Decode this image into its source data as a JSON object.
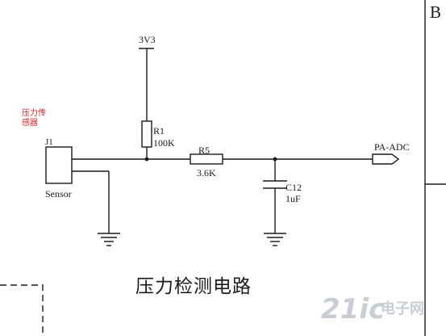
{
  "title": "压力检测电路",
  "sensor_note": [
    "压力传",
    "感器"
  ],
  "border_mark": "B",
  "watermark": {
    "brand": "21ic",
    "site": "电子网"
  },
  "components": {
    "power": {
      "label": "3V3"
    },
    "r1": {
      "ref": "R1",
      "value": "100K"
    },
    "j1": {
      "ref": "J1",
      "name": "Sensor"
    },
    "r5": {
      "ref": "R5",
      "value": "3.6K"
    },
    "c12": {
      "ref": "C12",
      "value": "1uF"
    },
    "port": {
      "label": "PA-ADC"
    }
  },
  "colors": {
    "wire": "#1a1a1a",
    "note": "#e02020",
    "watermark": "#c9ced6"
  }
}
